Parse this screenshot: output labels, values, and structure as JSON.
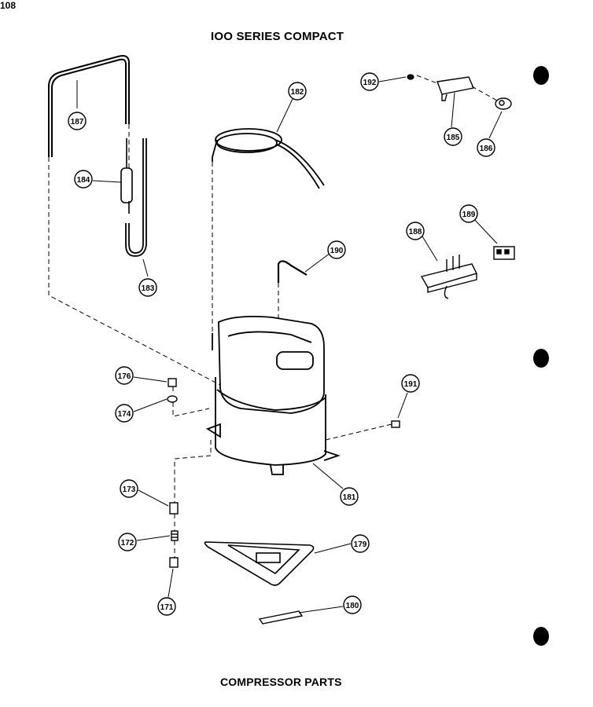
{
  "header": {
    "title": "IOO SERIES COMPACT"
  },
  "footer": {
    "caption": "COMPRESSOR PARTS",
    "page_number": "108"
  },
  "callouts": {
    "p171": "171",
    "p172": "172",
    "p173": "173",
    "p174": "174",
    "p176": "176",
    "p179": "179",
    "p180": "180",
    "p181": "181",
    "p182": "182",
    "p183": "183",
    "p184": "184",
    "p185": "185",
    "p186": "186",
    "p187": "187",
    "p188": "188",
    "p189": "189",
    "p190": "190",
    "p191": "191",
    "p192": "192"
  }
}
